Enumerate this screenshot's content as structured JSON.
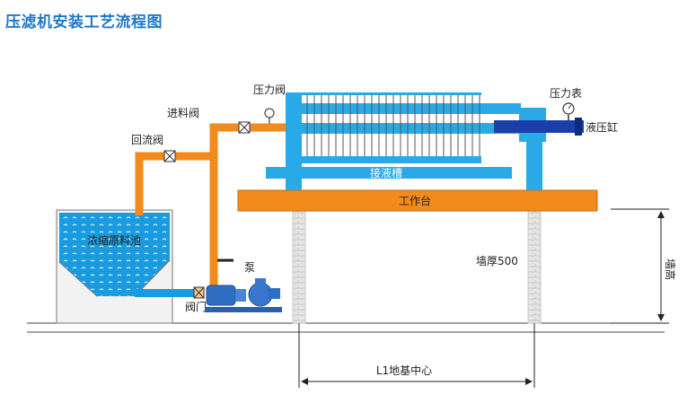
{
  "title": "压滤机安装工艺流程图",
  "labels": {
    "pressure_valve": "压力阀",
    "inlet_valve": "进料阀",
    "return_valve": "回流阀",
    "pressure_gauge": "压力表",
    "hydraulic_cylinder": "液压缸",
    "drip_tray": "接液槽",
    "workbench": "工作台",
    "tank": "浓缩原料池",
    "pump": "泵",
    "valve": "阀门",
    "wall_thickness": "墙厚500",
    "wall_height": "墙高",
    "base_center": "L1地基中心"
  },
  "colors": {
    "title": "#1f78c8",
    "pipe": "#f28a1c",
    "frame": "#29a9e8",
    "cylinder": "#1a3fa8",
    "workbench": "#f28a1c",
    "tank_water": "#1a9be0",
    "wall": "#d8d8d8"
  }
}
